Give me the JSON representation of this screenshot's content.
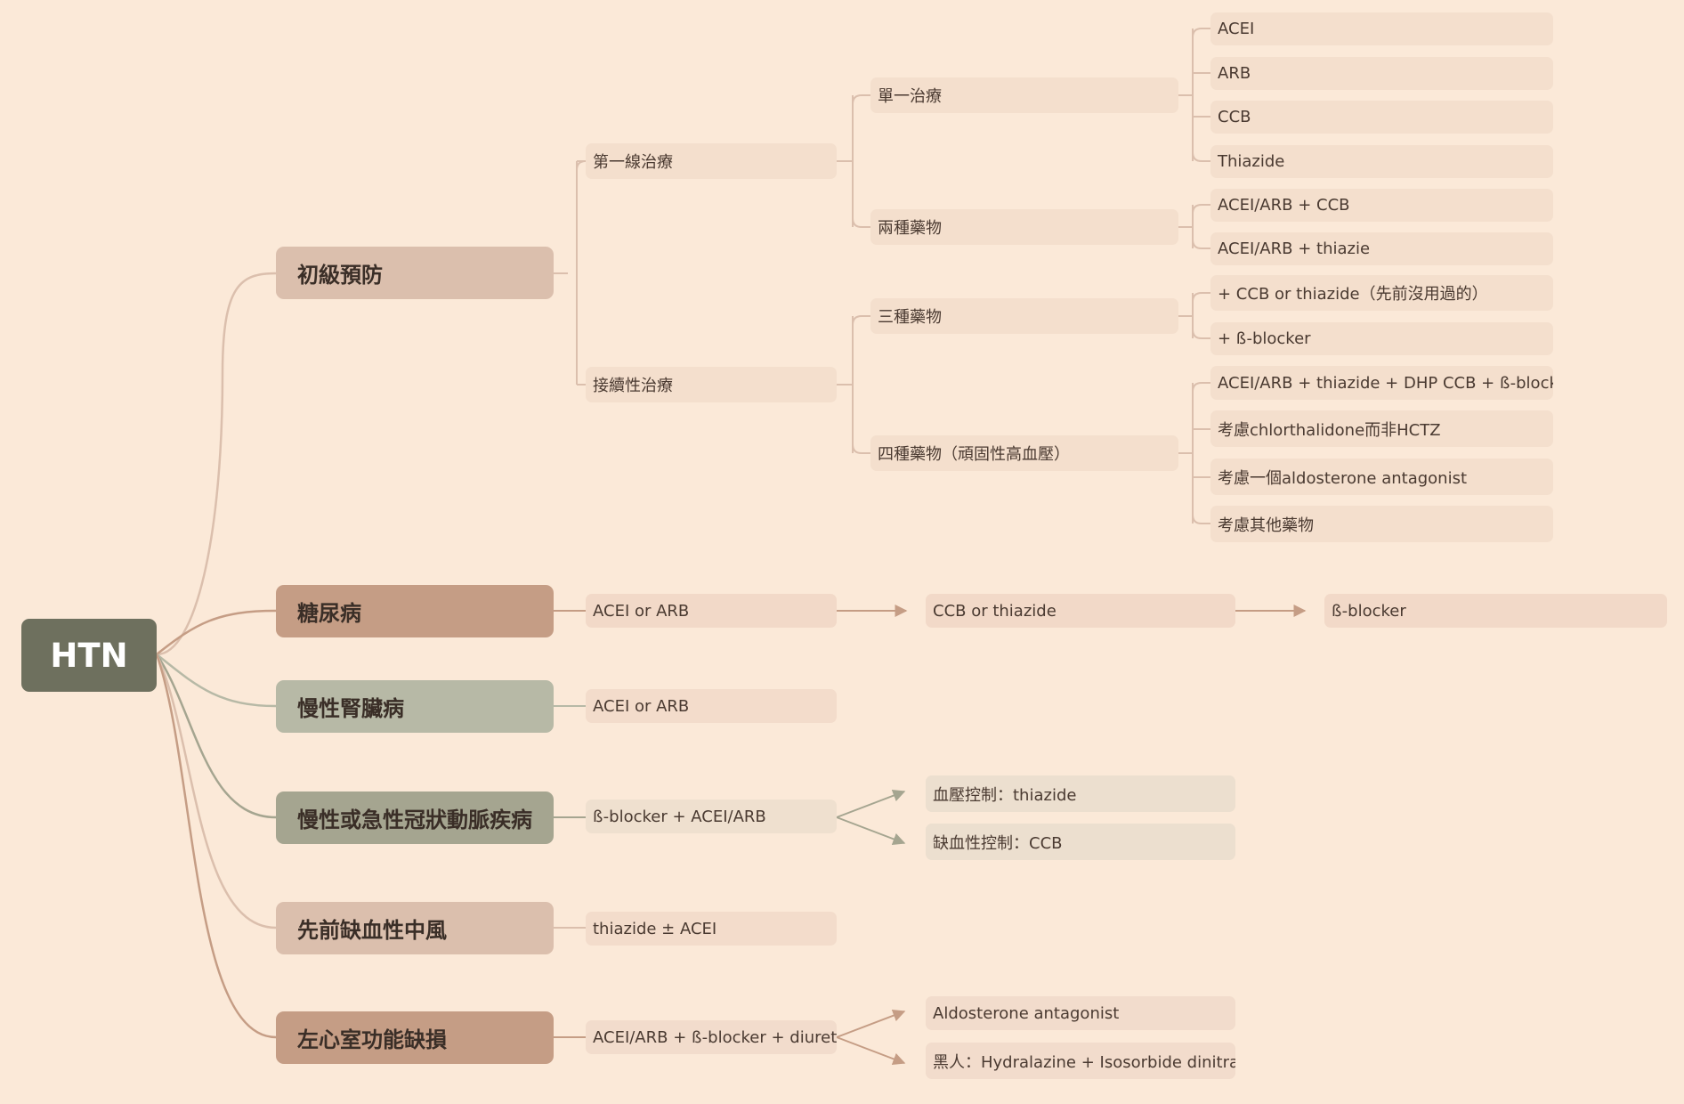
{
  "root": "HTN",
  "branches": {
    "primary": "初級預防",
    "diabetes": "糖尿病",
    "ckd": "慢性腎臟病",
    "cad": "慢性或急性冠狀動脈疾病",
    "stroke": "先前缺血性中風",
    "lvd": "左心室功能缺損"
  },
  "primary": {
    "first_line": "第一線治療",
    "subsequent": "接續性治療",
    "mono": "單一治療",
    "two": "兩種藥物",
    "three": "三種藥物",
    "four": "四種藥物（頑固性高血壓）",
    "mono_items": [
      "ACEI",
      "ARB",
      "CCB",
      "Thiazide"
    ],
    "two_items": [
      "ACEI/ARB + CCB",
      "ACEI/ARB + thiazie"
    ],
    "three_items": [
      "+ CCB or thiazide（先前沒用過的）",
      "+ ß-blocker"
    ],
    "four_items": [
      "ACEI/ARB + thiazide + DHP CCB + ß-blocker",
      "考慮chlorthalidone而非HCTZ",
      "考慮一個aldosterone antagonist",
      "考慮其他藥物"
    ]
  },
  "diabetes": {
    "step1": "ACEI or ARB",
    "step2": "CCB or thiazide",
    "step3": "ß-blocker"
  },
  "ckd": {
    "step1": "ACEI or ARB"
  },
  "cad": {
    "step1": "ß-blocker + ACEI/ARB",
    "opt1": "血壓控制：thiazide",
    "opt2": "缺血性控制：CCB"
  },
  "stroke": {
    "step1": "thiazide ± ACEI"
  },
  "lvd": {
    "step1": "ACEI/ARB + ß-blocker + diuretic",
    "opt1": "Aldosterone antagonist",
    "opt2": "黑人：Hydralazine + Isosorbide dinitrate"
  },
  "colors": {
    "background": "#fbe9d8",
    "root": "#6e705e",
    "tan": "#dbbfad",
    "rose": "#c59d85",
    "sage": "#b7b9a6",
    "olive": "#a5a590"
  }
}
